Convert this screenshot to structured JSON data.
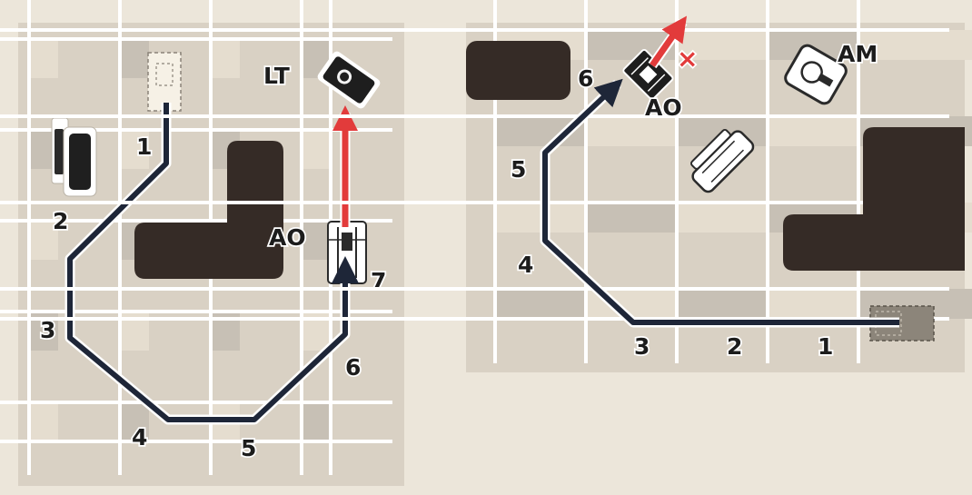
{
  "colors": {
    "page_bg": "#ece6da",
    "square_light": "#e5ddcf",
    "square_dark": "#c7c0b5",
    "grid_line": "#ffffff",
    "obstacle": "#352b26",
    "path": "#1e2638",
    "fire_arrow": "#e23b3b"
  },
  "left_diagram": {
    "piece_labels": {
      "lt": "LT",
      "ao": "AO"
    },
    "move_labels": [
      "1",
      "2",
      "3",
      "4",
      "5",
      "6",
      "7"
    ],
    "icons": [
      "ghost-start-vehicle-icon",
      "enemy-tank-icon",
      "friendly-vehicle-icon",
      "infantry-icon"
    ]
  },
  "right_diagram": {
    "piece_labels": {
      "am": "AM",
      "ao": "AO"
    },
    "move_labels": [
      "1",
      "2",
      "3",
      "4",
      "5",
      "6"
    ],
    "blocked_marker": "×",
    "icons": [
      "ghost-start-vehicle-icon",
      "friendly-vehicle-icon",
      "enemy-unit-icon",
      "infantry-icon"
    ]
  }
}
